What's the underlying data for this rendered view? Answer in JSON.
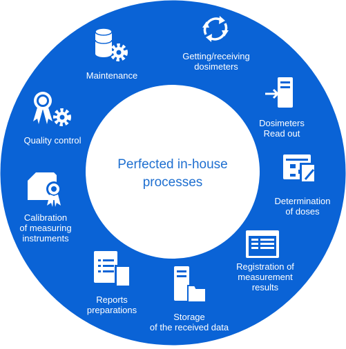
{
  "center": {
    "line1": "Perfected in-house",
    "line2": "processes"
  },
  "steps": [
    {
      "id": "getting",
      "lines": [
        "Getting/receiving",
        "dosimeters"
      ],
      "icon": "cycle-arrows-icon"
    },
    {
      "id": "readout",
      "lines": [
        "Dosimeters",
        "Read out"
      ],
      "icon": "server-arrow-icon"
    },
    {
      "id": "doses",
      "lines": [
        "Determination",
        "of doses"
      ],
      "icon": "flowchart-document-icon"
    },
    {
      "id": "registration",
      "lines": [
        "Registration of",
        "measurement",
        "results"
      ],
      "icon": "window-list-icon"
    },
    {
      "id": "storage",
      "lines": [
        "Storage",
        "of the received data"
      ],
      "icon": "server-folder-icon"
    },
    {
      "id": "reports",
      "lines": [
        "Reports",
        "preparations"
      ],
      "icon": "report-document-icon"
    },
    {
      "id": "calibration",
      "lines": [
        "Calibration",
        "of measuring",
        "instruments"
      ],
      "icon": "certificate-icon"
    },
    {
      "id": "quality",
      "lines": [
        "Quality control"
      ],
      "icon": "award-gear-icon"
    },
    {
      "id": "maintenance",
      "lines": [
        "Maintenance"
      ],
      "icon": "database-gear-icon"
    }
  ],
  "colors": {
    "ring": "#0a63d6",
    "center_fill": "#ffffff",
    "center_text": "#1e6fd0",
    "label_text": "#ffffff"
  }
}
